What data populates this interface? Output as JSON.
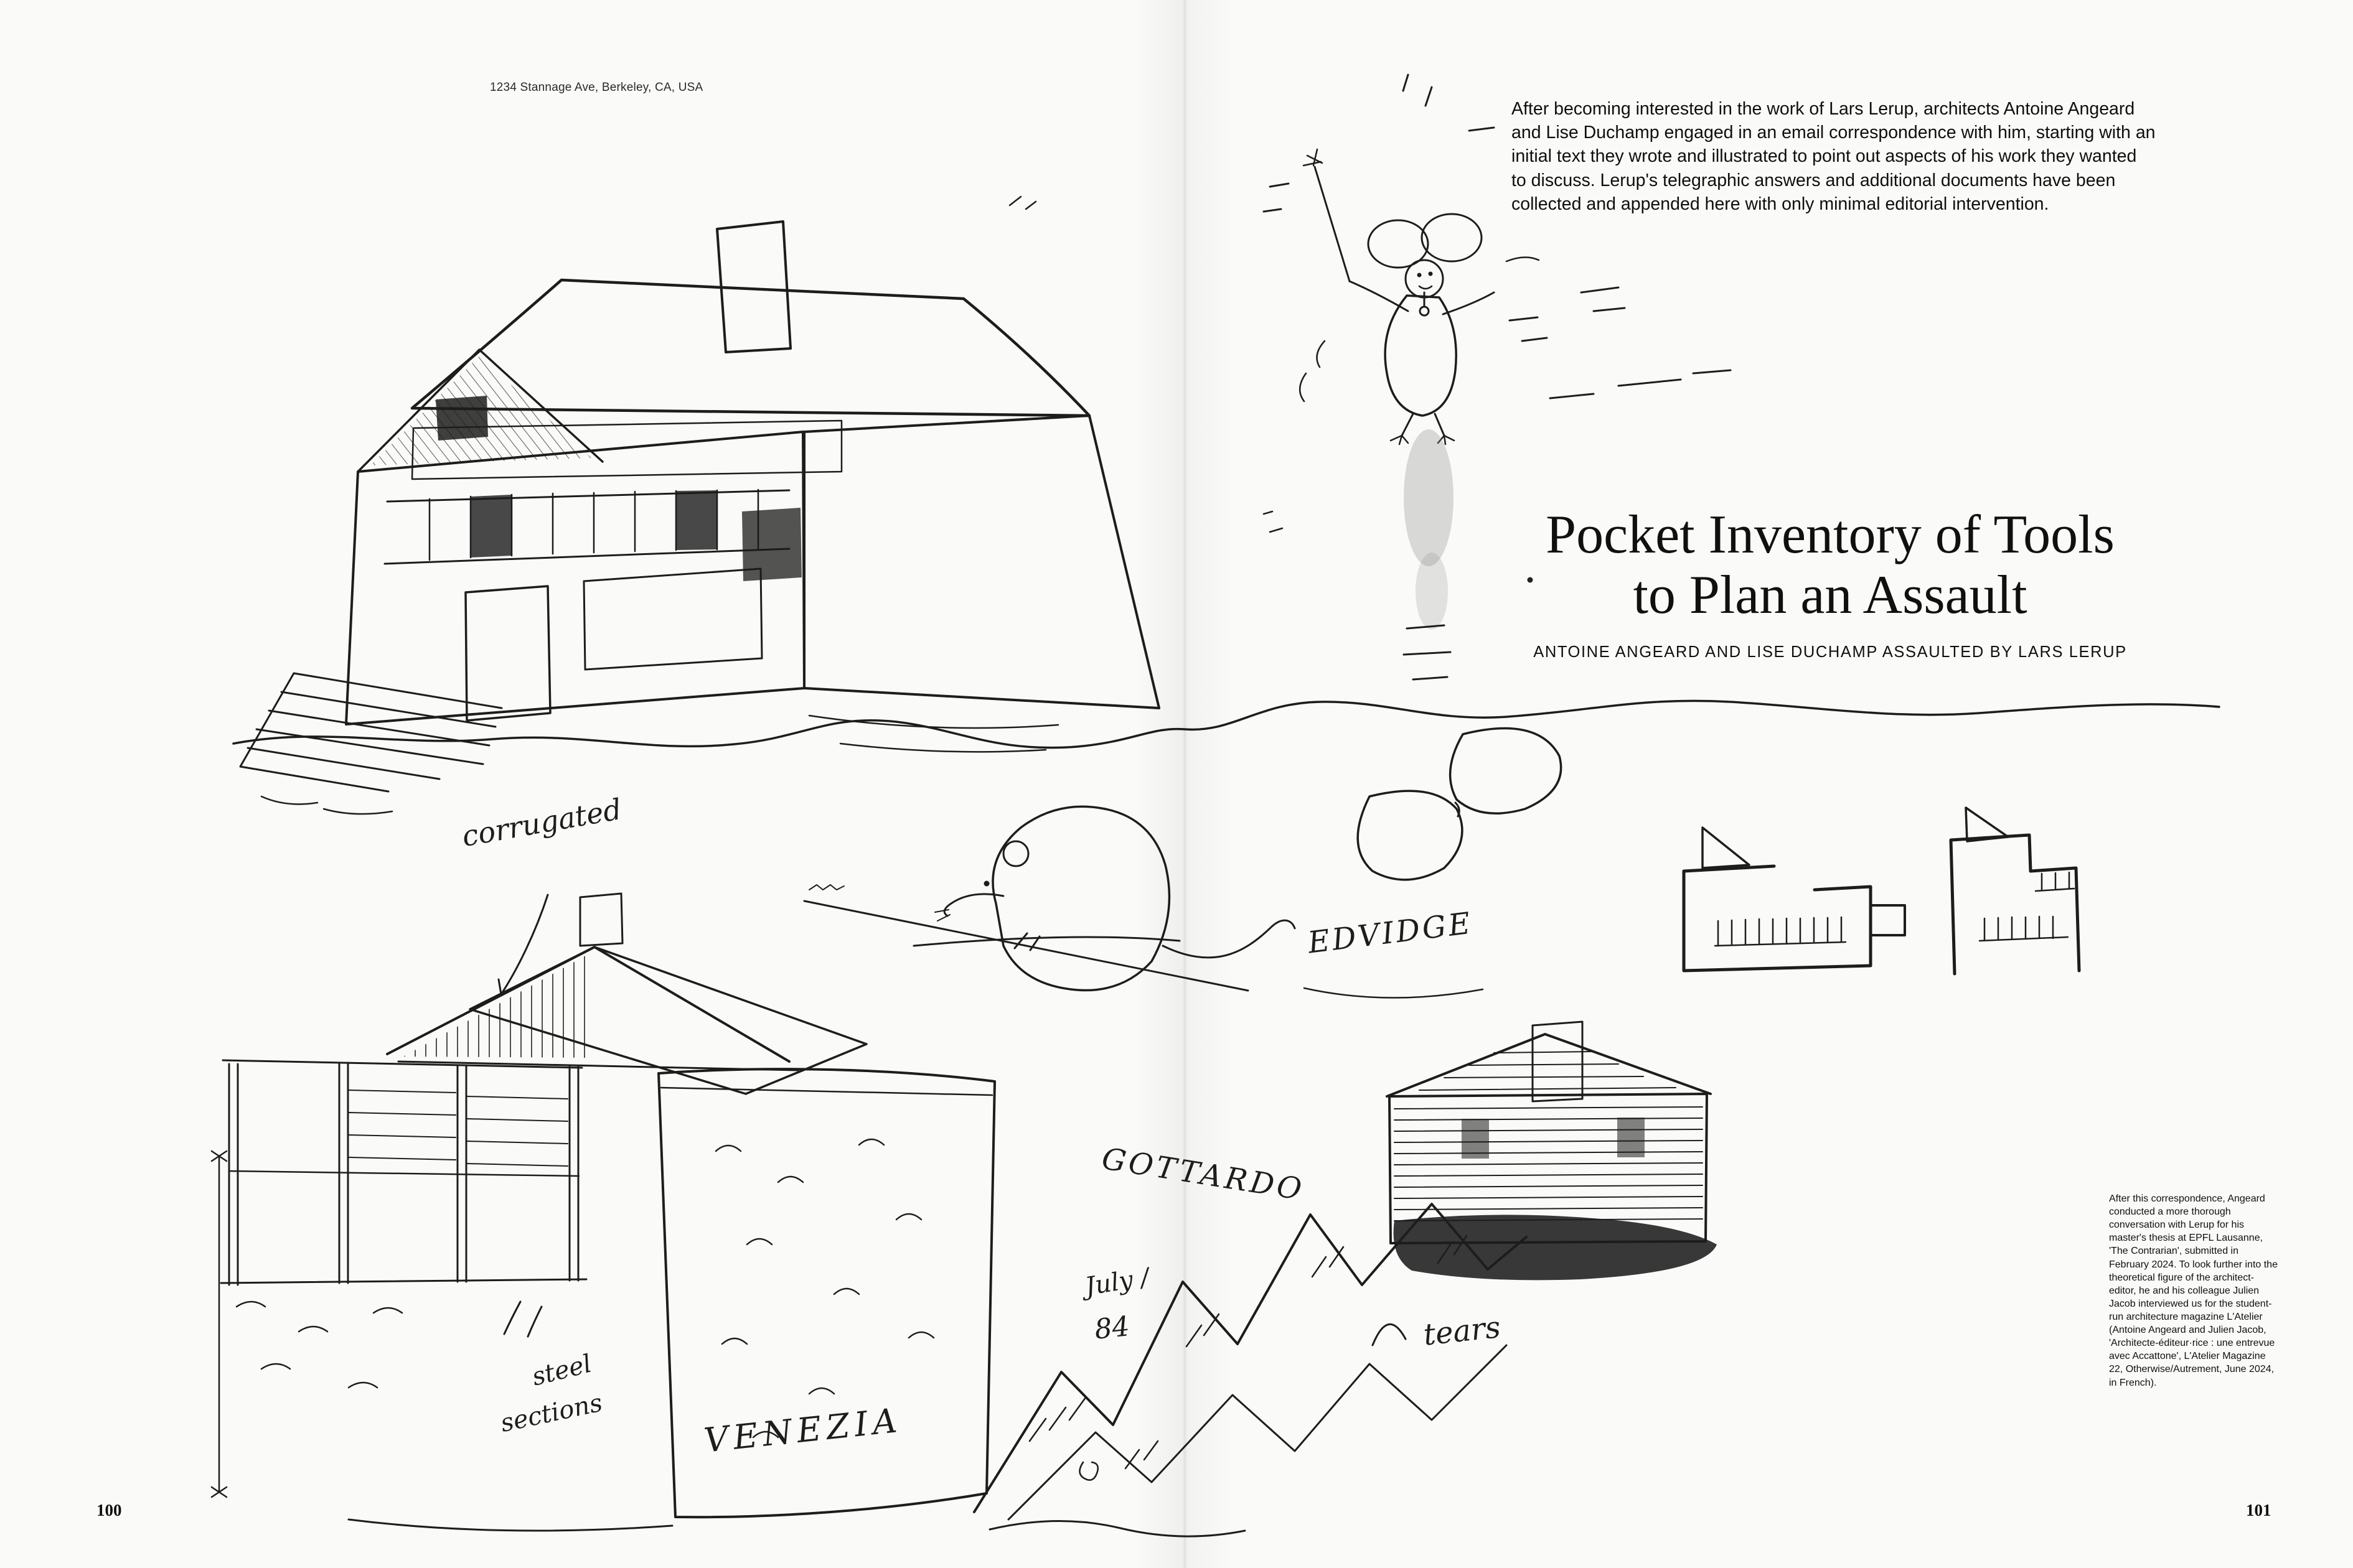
{
  "colors": {
    "paper": "#fafaf8",
    "ink": "#1d1d1d"
  },
  "page": {
    "left_number": "100",
    "right_number": "101",
    "caption": "1234 Stannage Ave, Berkeley, CA, USA"
  },
  "header": {
    "intro": "After becoming interested in the work of Lars Lerup, architects Antoine Angeard and Lise Duchamp engaged in an email correspondence with him, starting with an initial text they wrote and illustrated to point out aspects of his work they wanted to discuss. Lerup's telegraphic answers and additional documents have been collected and appended here with only minimal editorial intervention."
  },
  "title": {
    "line1": "Pocket Inventory of Tools",
    "line2": "to Plan an Assault",
    "subtitle": "ANTOINE ANGEARD AND LISE DUCHAMP ASSAULTED BY LARS LERUP"
  },
  "sidenote": "After this correspondence, Angeard conducted a more thorough conversation with Lerup for his master's thesis at EPFL Lausanne, 'The Contrarian', submitted in February 2024. To look further into the theoretical figure of the architect-editor, he and his colleague Julien Jacob interviewed us for the student-run architecture magazine L'Atelier (Antoine Angeard and Julien Jacob, 'Architecte-éditeur·rice : une entrevue avec Accattone', L'Atelier Magazine 22, Otherwise/Autrement, June 2024, in French).",
  "annotations": {
    "corrugated": "corrugated",
    "steel": "steel",
    "sections": "sections",
    "venezia": "VENEZIA",
    "gottardo": "GOTTARDO",
    "edvidge": "EDVIDGE",
    "july": "July /",
    "year": "84",
    "tears": "tears"
  }
}
